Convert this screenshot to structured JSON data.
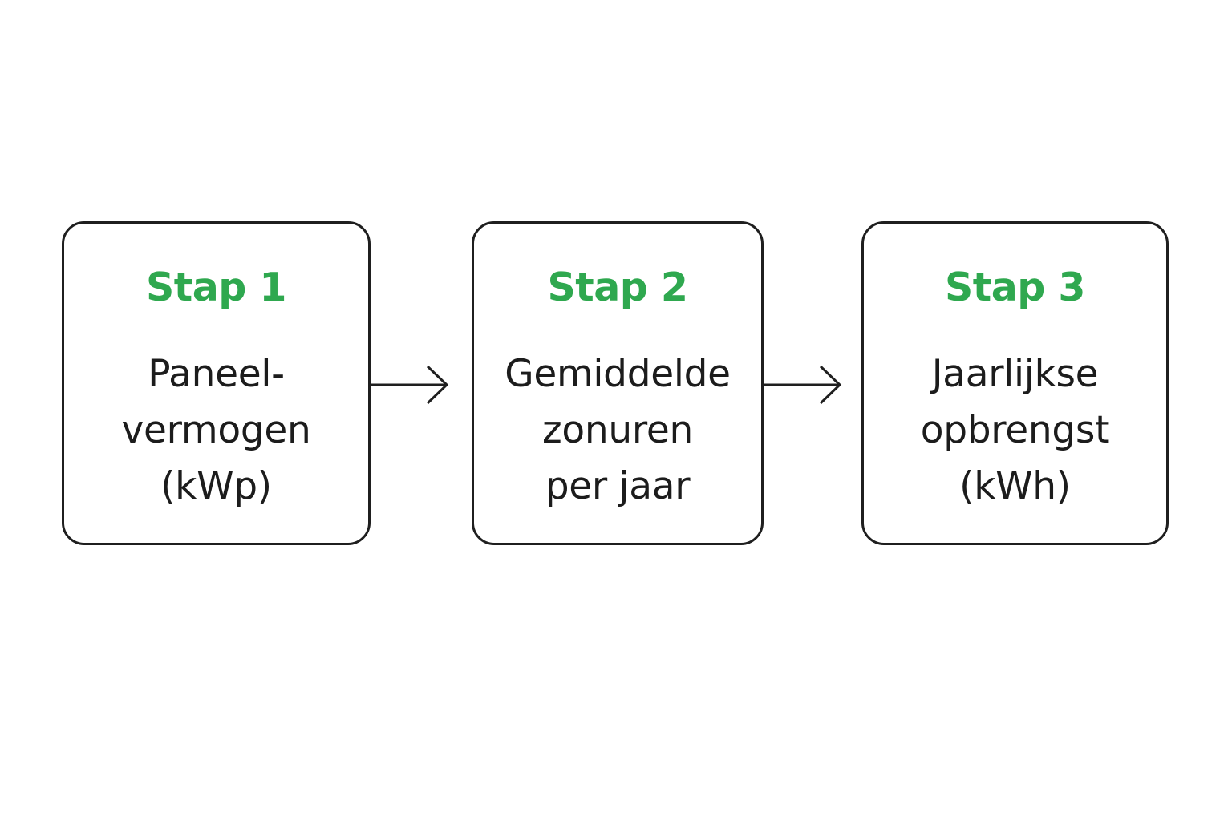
{
  "accent_color": "#2fa84f",
  "line_color": "#1f1f1f",
  "steps": [
    {
      "title": "Stap 1",
      "lines": [
        "Paneel-",
        "vermogen",
        "(kWp)"
      ]
    },
    {
      "title": "Stap 2",
      "lines": [
        "Gemiddelde",
        "zonuren",
        "per jaar"
      ]
    },
    {
      "title": "Stap 3",
      "lines": [
        "Jaarlijkse",
        "opbrengst",
        "(kWh)"
      ]
    }
  ],
  "arrows": [
    {
      "from": "Stap 1",
      "to": "Stap 2",
      "icon": "arrow-right-icon"
    },
    {
      "from": "Stap 2",
      "to": "Stap 3",
      "icon": "arrow-right-icon"
    }
  ]
}
